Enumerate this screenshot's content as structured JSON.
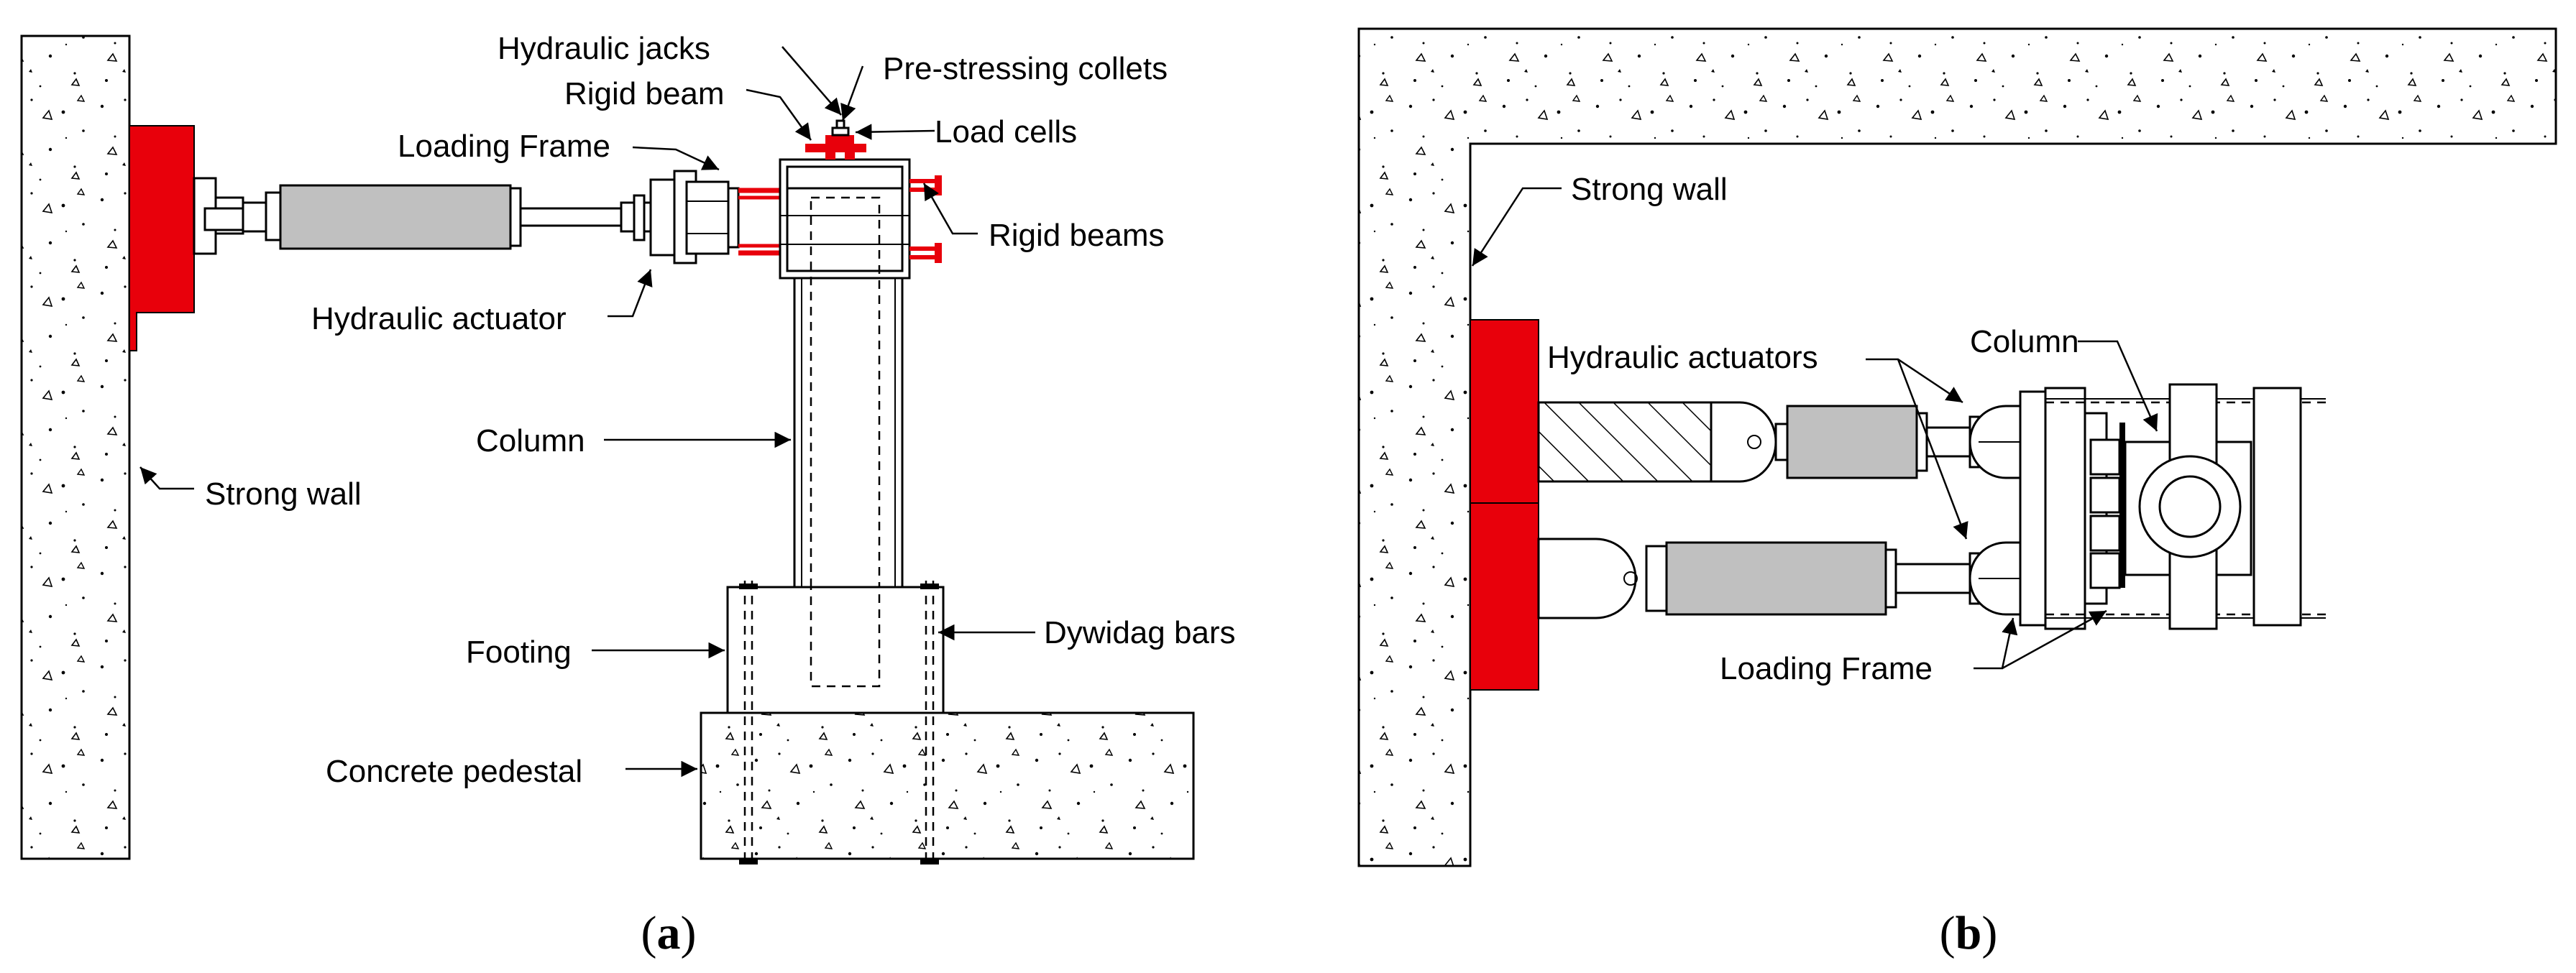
{
  "colors": {
    "red": "#e8000b",
    "gray": "#c0c0c0",
    "outline": "#000000",
    "background": "#ffffff"
  },
  "panel_a": {
    "caption_open": "(",
    "caption_letter": "a",
    "caption_close": ")",
    "labels": {
      "hydraulic_jacks": "Hydraulic jacks",
      "prestressing_collets": "Pre-stressing collets",
      "rigid_beam": "Rigid beam",
      "load_cells": "Load cells",
      "loading_frame": "Loading Frame",
      "rigid_beams": "Rigid beams",
      "hydraulic_actuator": "Hydraulic actuator",
      "column": "Column",
      "strong_wall": "Strong wall",
      "footing": "Footing",
      "dywidag_bars": "Dywidag bars",
      "concrete_pedestal": "Concrete pedestal"
    }
  },
  "panel_b": {
    "caption_open": "(",
    "caption_letter": "b",
    "caption_close": ")",
    "labels": {
      "strong_wall": "Strong wall",
      "hydraulic_actuators": "Hydraulic actuators",
      "column": "Column",
      "loading_frame": "Loading Frame"
    }
  }
}
